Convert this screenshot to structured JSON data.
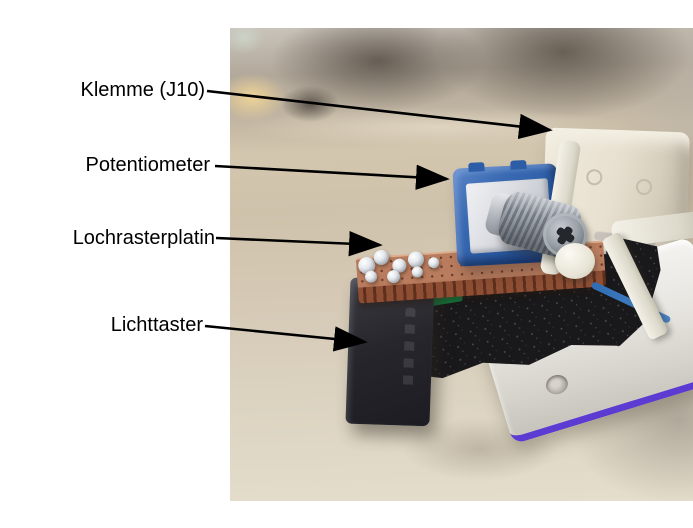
{
  "figure": {
    "background": "#ffffff",
    "arrow_color": "#000000",
    "labels": [
      {
        "id": "klemme",
        "text": "Klemme (J10)"
      },
      {
        "id": "potentiometer",
        "text": "Potentiometer"
      },
      {
        "id": "lochrasterplatine",
        "text": "Lochrasterplatin"
      },
      {
        "id": "lichttaster",
        "text": "Lichttaster"
      }
    ]
  },
  "photo": {
    "colors": {
      "potentiometer_blue": "#2c5da6",
      "perfboard_copper": "#b97c5e",
      "solder_silver": "#e3e7ec",
      "foam_black": "#19181a",
      "sensor_black": "#26262c",
      "plate_white": "#e8e6e1",
      "plate_edge_purple": "#5c3bd2",
      "clamp_cream": "#e7e0d0",
      "cable_tie_white": "#f4f1e8",
      "wire_blue": "#3a76bc",
      "desk_beige": "#d3c6ae"
    }
  }
}
